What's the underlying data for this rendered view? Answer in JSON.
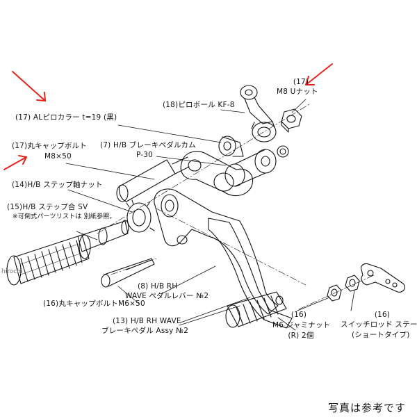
{
  "labels": {
    "p17_nut_num": "(17)",
    "p17_nut_name": "M8 Uナット",
    "p18": "(18)ピロボール KF-8",
    "p17_collar": "(17) ALピロカラー t=19 (黒)",
    "p17_bolt_line1": "(17)丸キャップボルト",
    "p17_bolt_line2": "M8×50",
    "p7_line1": "(7) H/B ブレーキペダルカム",
    "p7_line2": "P-30",
    "p14": "(14)H/B ステップ軸ナット",
    "p15_line1": "(15)H/B ステップ合 SV",
    "p15_line2": "※可倒式パーツリストは 別紙参照。",
    "p8_line1": "(8) H/B RH",
    "p8_line2": "WAVE ペダルレバー №2",
    "p16_bolt": "(16)丸キャップボルトM6×50",
    "p13_line1": "(13) H/B RH WAVE",
    "p13_line2": "ブレーキペダル Assy №2",
    "p16_nut_num": "(16)",
    "p16_nut_line1": "M6 ジャミナット",
    "p16_nut_line2": "(R) 2個",
    "p16_rod_num": "(16)",
    "p16_rod_line1": "スイッチロッド ステー",
    "p16_rod_line2": "(ショートタイプ)"
  },
  "watermark": "hirochi",
  "footer_note": "写真は参考です",
  "colors": {
    "arrow": "#e8231c",
    "line": "#111111",
    "background": "#ffffff"
  }
}
